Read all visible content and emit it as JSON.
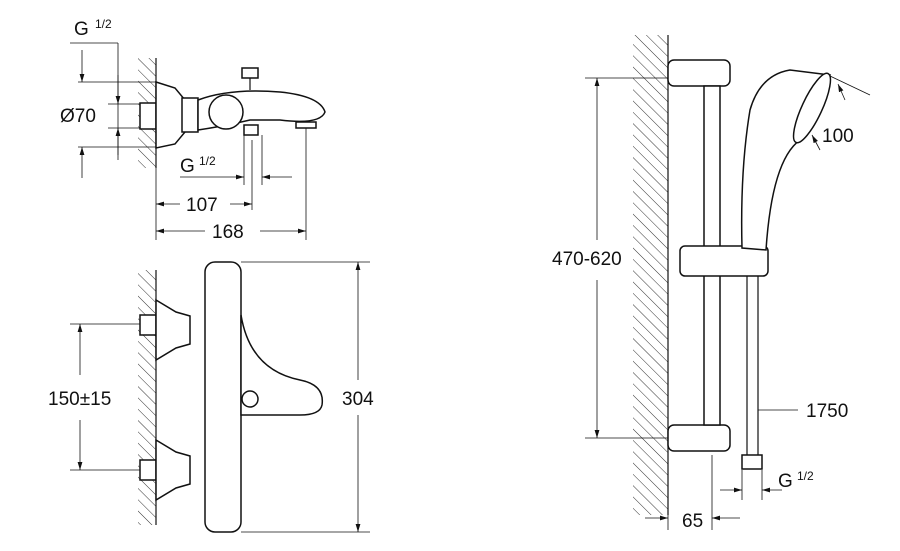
{
  "top_view": {
    "inlet_thread": {
      "main": "G",
      "fraction": "1/2"
    },
    "diameter": "Ø70",
    "outlet_thread": {
      "main": "G",
      "fraction": "1/2"
    },
    "dim_107": "107",
    "dim_168": "168"
  },
  "front_view": {
    "dim_spacing": "150±15",
    "dim_height": "304"
  },
  "shower_set": {
    "dim_rail": "470-620",
    "dim_head": "100",
    "dim_hose": "1750",
    "hose_thread": {
      "main": "G",
      "fraction": "1/2"
    },
    "dim_offset": "65"
  }
}
